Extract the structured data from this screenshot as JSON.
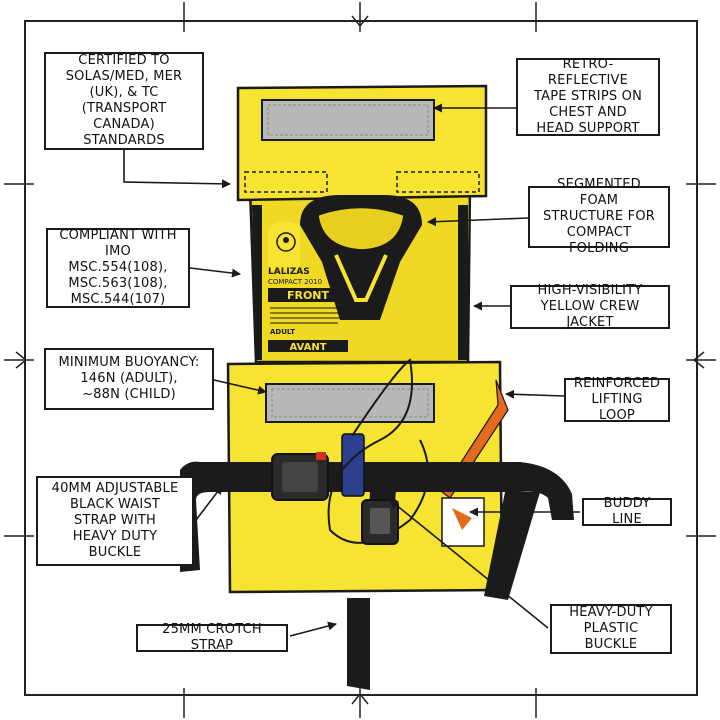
{
  "colors": {
    "vest_yellow": "#f7e332",
    "vest_shade": "#e8cf1f",
    "outline": "#1a1a1a",
    "strap": "#1b1b1b",
    "reflective": "#b8b8b8",
    "whistle_blue": "#2d3f8f",
    "loop_orange": "#e46a1e",
    "buckle_red": "#d6331f"
  },
  "callouts": {
    "certified": "CERTIFIED TO\nSOLAS/MED, MER\n(UK), & TC\n(TRANSPORT CANADA)\nSTANDARDS",
    "compliant": "COMPLIANT WITH\nIMO MSC.554(108),\nMSC.563(108),\nMSC.544(107)",
    "buoyancy": "MINIMUM BUOYANCY:\n146N (ADULT),\n~88N (CHILD)",
    "waist_strap": "40MM ADJUSTABLE\nBLACK WAIST\nSTRAP WITH\nHEAVY DUTY\nBUCKLE",
    "crotch_strap": "25MM CROTCH STRAP",
    "reflective": "RETRO-REFLECTIVE\nTAPE STRIPS ON\nCHEST AND\nHEAD SUPPORT",
    "foam": "SEGMENTED FOAM\nSTRUCTURE FOR\nCOMPACT FOLDING",
    "hivis": "HIGH-VISIBILITY\nYELLOW CREW JACKET",
    "lifting_loop": "REINFORCED\nLIFTING LOOP",
    "buddy_line": "BUDDY LINE",
    "plastic_buckle": "HEAVY-DUTY\nPLASTIC BUCKLE"
  },
  "vest_label": {
    "brand": "LALIZAS",
    "model": "COMPACT 2010",
    "front": "FRONT",
    "adult": "ADULT",
    "avant": "AVANT"
  }
}
